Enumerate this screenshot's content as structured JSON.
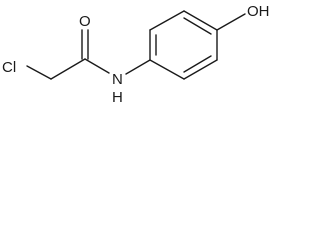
{
  "molecule": {
    "atoms": {
      "chlorine": "Cl",
      "carbonyl_oxygen": "O",
      "amide_nitrogen": "N",
      "amide_hydrogen": "H",
      "hydroxyl_group": "OH"
    }
  }
}
